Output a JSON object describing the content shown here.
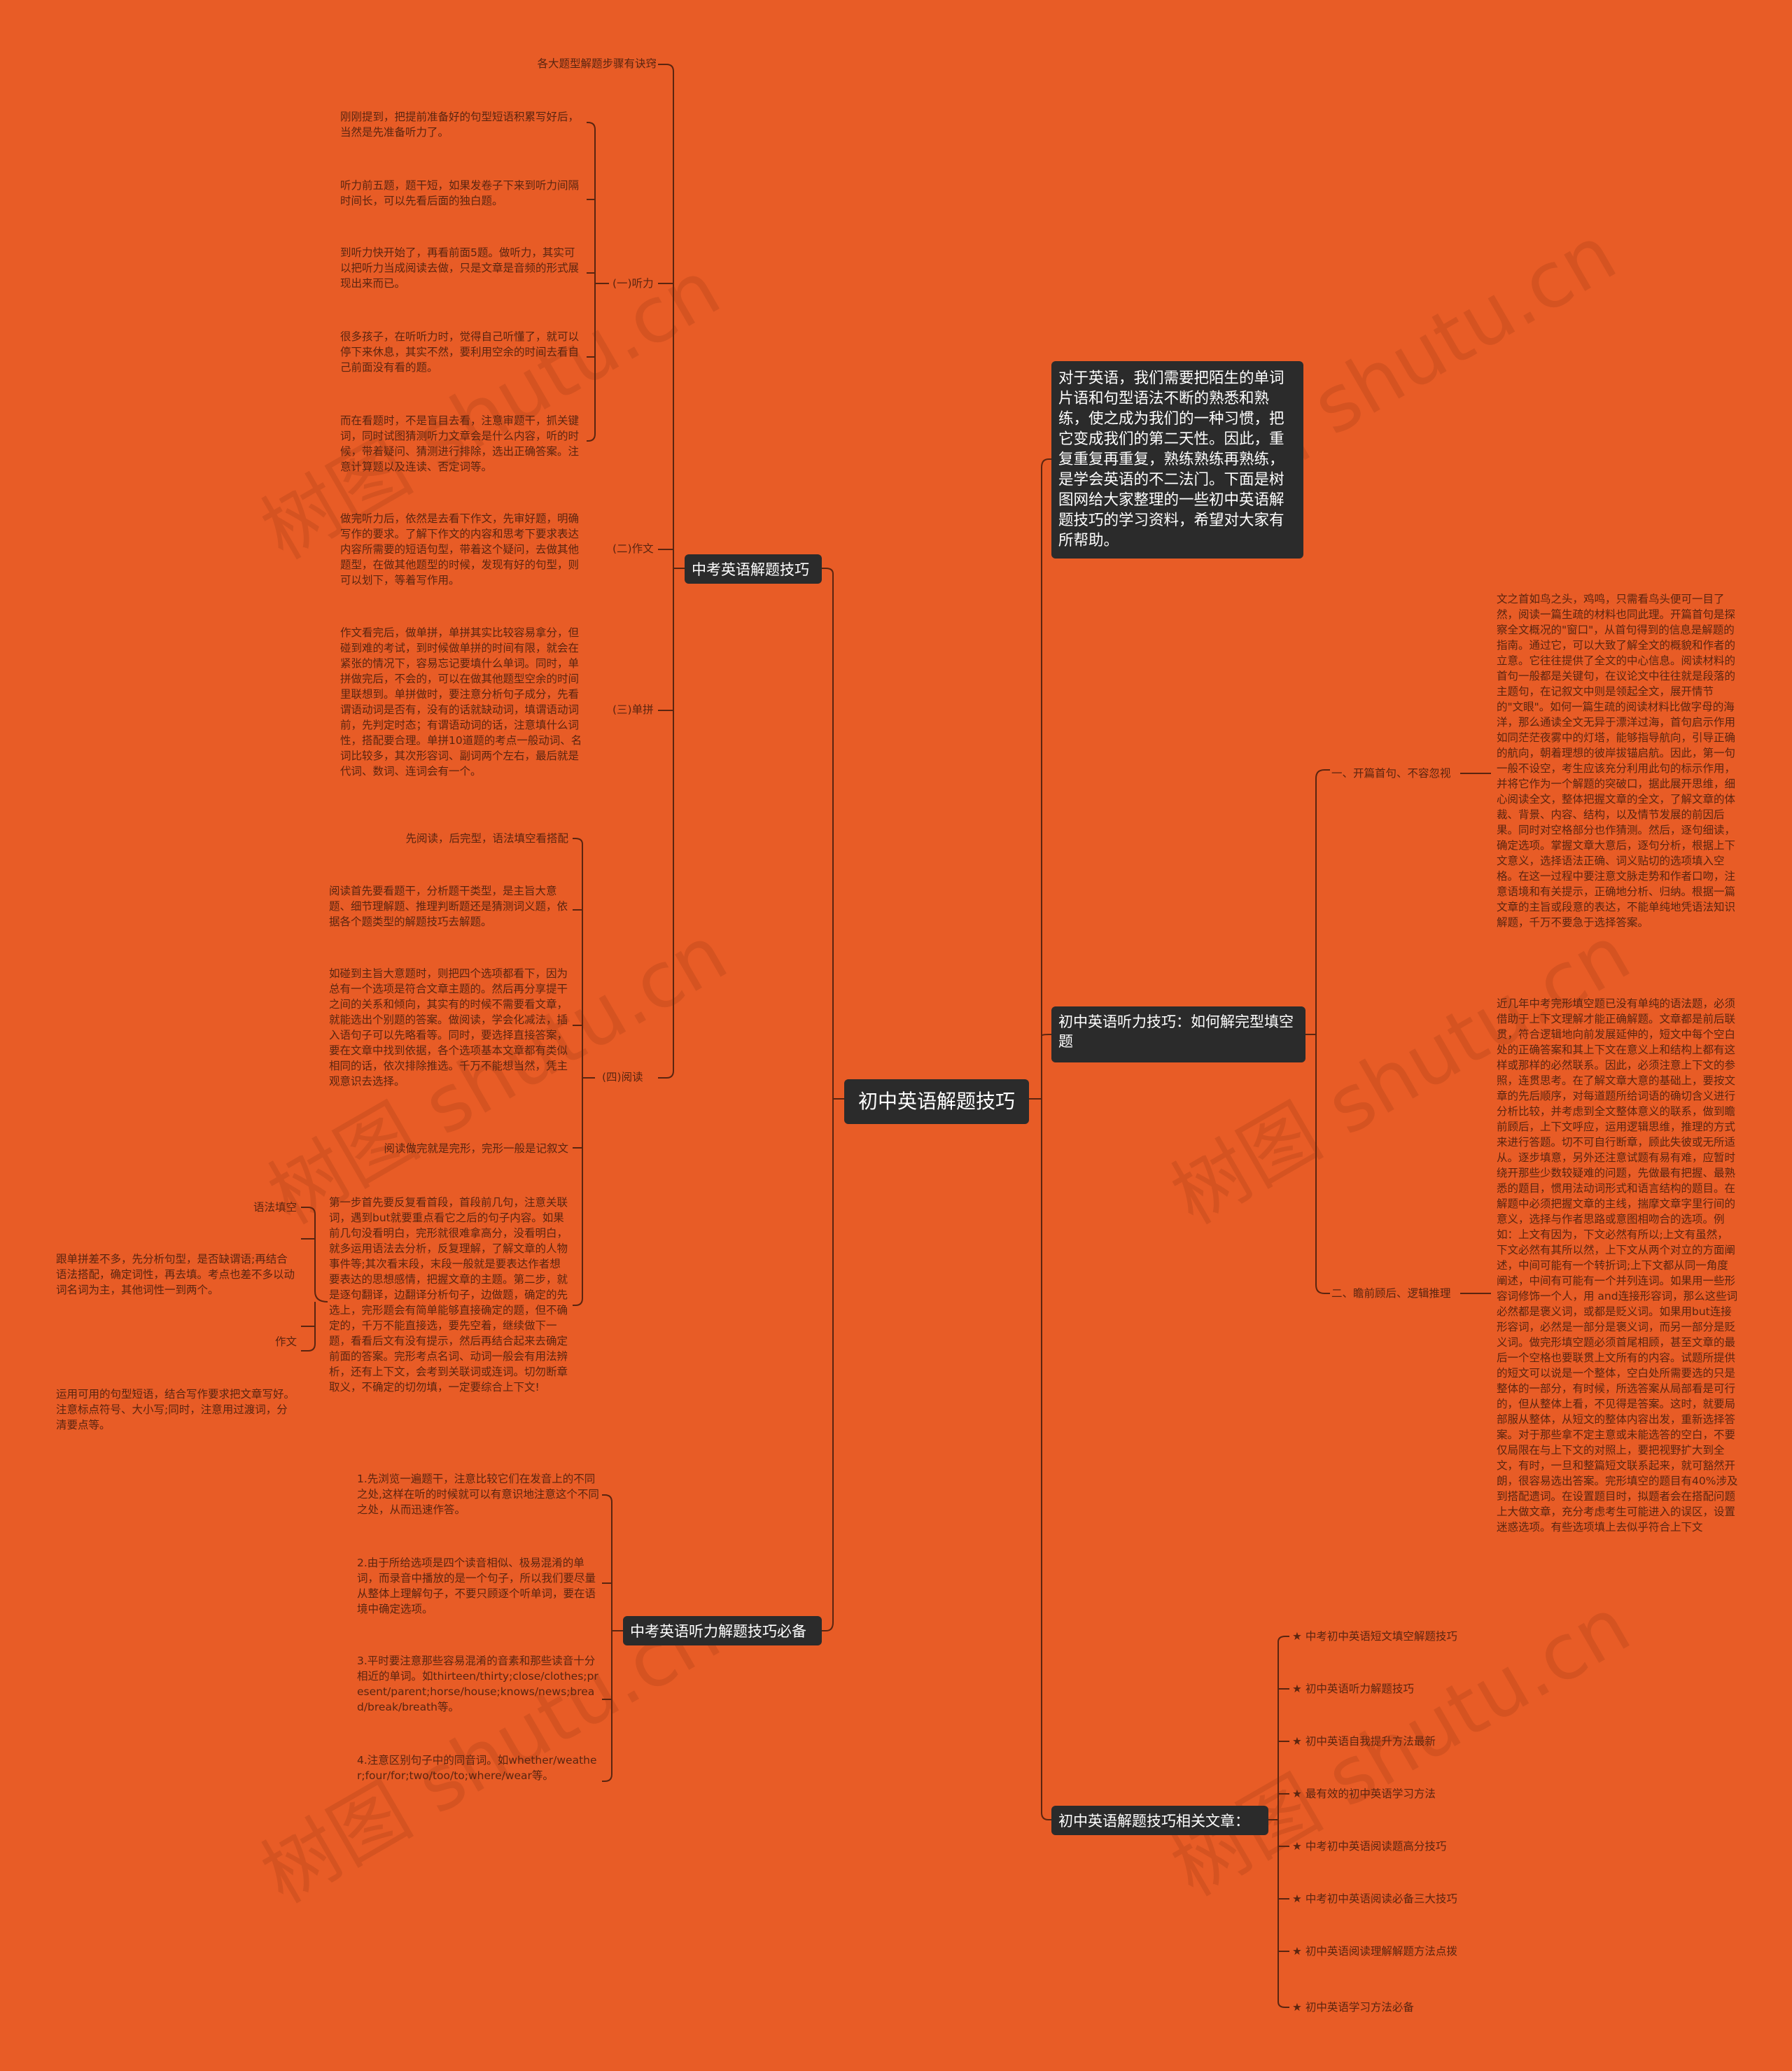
{
  "center": "初中英语解题技巧",
  "watermark": "树图 shutu.cn",
  "intro": "对于英语，我们需要把陌生的单词片语和句型语法不断的熟悉和熟练，使之成为我们的一种习惯，把它变成我们的第二天性。因此，重复重复再重复，熟练熟练再熟练，是学会英语的不二法门。下面是树图网给大家整理的一些初中英语解题技巧的学习资料，希望对大家有所帮助。",
  "left": {
    "b1": {
      "title": "中考英语解题技巧",
      "top_note": "各大题型解题步骤有诀窍",
      "listening": {
        "label": "(一)听力",
        "items": [
          "刚刚提到，把提前准备好的句型短语积累写好后，当然是先准备听力了。",
          "听力前五题，题干短，如果发卷子下来到听力间隔时间长，可以先看后面的独白题。",
          "到听力快开始了，再看前面5题。做听力，其实可以把听力当成阅读去做，只是文章是音频的形式展现出来而已。",
          "很多孩子，在听听力时，觉得自己听懂了，就可以停下来休息，其实不然，要利用空余的时间去看自己前面没有看的题。",
          "而在看题时，不是盲目去看，注意审题干，抓关键词，同时试图猜测听力文章会是什么内容，听的时候，带着疑问、猜测进行排除，选出正确答案。注意计算题以及连读、否定词等。"
        ]
      },
      "writing": {
        "label": "(二)作文",
        "text": "做完听力后，依然是去看下作文，先审好题，明确写作的要求。了解下作文的内容和思考下要求表达内容所需要的短语句型，带着这个疑问，去做其他题型，在做其他题型的时候，发现有好的句型，则可以划下，等着写作用。"
      },
      "spelling": {
        "label": "(三)单拼",
        "text": "作文看完后，做单拼，单拼其实比较容易拿分，但碰到难的考试，到时候做单拼的时间有限，就会在紧张的情况下，容易忘记要填什么单词。同时，单拼做完后，不会的，可以在做其他题型空余的时间里联想到。单拼做时，要注意分析句子成分，先看谓语动词是否有，没有的话就缺动词，填谓语动词前，先判定时态；有谓语动词的话，注意填什么词性，搭配要合理。单拼10道题的考点一般动词、名词比较多，其次形容词、副词两个左右，最后就是代词、数词、连词会有一个。"
      },
      "reading": {
        "label": "(四)阅读",
        "p1": "先阅读，后完型，语法填空看搭配",
        "p2": "阅读首先要看题干，分析题干类型，是主旨大意题、细节理解题、推理判断题还是猜测词义题，依据各个题类型的解题技巧去解题。",
        "p3": "如碰到主旨大意题时，则把四个选项都看下，因为总有一个选项是符合文章主题的。然后再分享提干之间的关系和倾向，其实有的时候不需要看文章，就能选出个别题的答案。做阅读，学会化减法，插入语句子可以先略看等。同时，要选择直接答案，要在文章中找到依据，各个选项基本文章都有类似相同的话，依次排除推选。千万不能想当然，凭主观意识去选择。",
        "p4": "阅读做完就是完形，完形一般是记叙文",
        "p5": "第一步首先要反复看首段，首段前几句，注意关联词，遇到but就要重点看它之后的句子内容。如果前几句没看明白，完形就很难拿高分，没看明白，就多运用语法去分析，反复理解，了解文章的人物事件等;其次看末段，末段一般就是要表达作者想要表达的思想感情，把握文章的主题。第二步，就是逐句翻译，边翻译分析句子，边做题，确定的先选上，完形题会有简单能够直接确定的题，但不确定的，千万不能直接选，要先空着，继续做下一题，看看后文有没有提示，然后再结合起来去确定前面的答案。完形考点名词、动词一般会有用法辨析，还有上下文，会考到关联词或连词。切勿断章取义，不确定的切勿填，一定要综合上下文!",
        "grammar_label": "语法填空",
        "grammar_text": "跟单拼差不多，先分析句型，是否缺谓语;再结合语法搭配，确定词性，再去填。考点也差不多以动词名词为主，其他词性一到两个。",
        "writing_label": "作文",
        "writing_text": "运用可用的句型短语，结合写作要求把文章写好。注意标点符号、大小写;同时，注意用过渡词，分清要点等。"
      }
    },
    "b2": {
      "title": "中考英语听力解题技巧必备",
      "items": [
        "1.先浏览一遍题干，注意比较它们在发音上的不同之处,这样在听的时候就可以有意识地注意这个不同之处，从而迅速作答。",
        "2.由于所给选项是四个读音相似、极易混淆的单词，而录音中播放的是一个句子，所以我们要尽量从整体上理解句子，不要只顾逐个听单词，要在语境中确定选项。",
        "3.平时要注意那些容易混淆的音素和那些读音十分相近的单词。如thirteen/thirty;close/clothes;present/parent;horse/house;knows/news;bread/break/breath等。",
        "4.注意区别句子中的同音词。如whether/weather;four/for;two/too/to;where/wear等。"
      ]
    }
  },
  "right": {
    "b1": {
      "title": "初中英语听力技巧：如何解完型填空题",
      "sec1_label": "一、开篇首句、不容忽视",
      "sec1_text": "文之首如鸟之头，鸡鸣，只需看鸟头便可一目了然，阅读一篇生疏的材料也同此理。开篇首句是探察全文概况的\"窗口\"，从首句得到的信息是解题的指南。通过它，可以大致了解全文的概貌和作者的立意。它往往提供了全文的中心信息。阅读材料的首句一般都是关键句，在议论文中往往就是段落的主题句，在记叙文中则是领起全文，展开情节的\"文眼\"。如何一篇生疏的阅读材料比做字母的海洋，那么通读全文无异于漂洋过海，首句启示作用如同茫茫夜雾中的灯塔，能够指导航向，引导正确的航向，朝着理想的彼岸拔锚启航。因此，第一句一般不设空，考生应该充分利用此句的标示作用，并将它作为一个解题的突破口，据此展开思维，细心阅读全文，整体把握文章的全文，了解文章的体裁、背景、内容、结构，以及情节发展的前因后果。同时对空格部分也作猜测。然后，逐句细读，确定选项。掌握文章大意后，逐句分析，根据上下文意义，选择语法正确、词义贴切的选项填入空格。在这一过程中要注意文脉走势和作者口吻，注意语境和有关提示，正确地分析、归纳。根据一篇文章的主旨或段意的表达，不能单纯地凭语法知识解题，千万不要急于选择答案。",
      "sec2_label": "二、瞻前顾后、逻辑推理",
      "sec2_text": "近几年中考完形填空题已没有单纯的语法题，必须借助于上下文理解才能正确解题。文章都是前后联贯，符合逻辑地向前发展延伸的，短文中每个空白处的正确答案和其上下文在意义上和结构上都有这样或那样的必然联系。因此，必须注意上下文的参照，连贯思考。在了解文章大意的基础上，要按文章的先后顺序，对每道题所给词语的确切含义进行分析比较，并考虑到全文整体意义的联系，做到瞻前顾后，上下文呼应，运用逻辑思维，推理的方式来进行答题。切不可自行断章，顾此失彼或无所适从。逐步填意，另外还注意试题有易有难，应暂时绕开那些少数较疑难的问题，先做最有把握、最熟悉的题目，惯用法动词形式和语言结构的题目。在解题中必须把握文章的主线，揣摩文章字里行间的意义，选择与作者思路或意图相吻合的选项。例如：上文有因为，下文必然有所以;上文有虽然，下文必然有其所以然，上下文从两个对立的方面阐述，中间可能有一个转折词;上下文都从同一角度阐述，中间有可能有一个并列连词。如果用一些形容词修饰一个人，用 and连接形容词，那么这些词必然都是褒义词，或都是贬义词。如果用but连接形容词，必然是一部分是褒义词，而另一部分是贬义词。做完形填空题必须首尾相顾，甚至文章的最后一个空格也要联贯上文所有的内容。试题所提供的短文可以说是一个整体，空白处所需要选的只是整体的一部分，有时候，所选答案从局部看是可行的，但从整体上看，不见得是答案。这时，就要局部服从整体，从短文的整体内容出发，重新选择答案。对于那些拿不定主意或未能选答的空白，不要仅局限在与上下文的对照上，要把视野扩大到全文，有时，一旦和整篇短文联系起来，就可豁然开朗，很容易选出答案。完形填空的题目有40%涉及到搭配遗词。在设置题目时，拟题者会在搭配问题上大做文章，充分考虑考生可能进入的误区，设置迷惑选项。有些选项填上去似乎符合上下文"
    },
    "b2": {
      "title": "初中英语解题技巧相关文章：",
      "items": [
        "★ 中考初中英语短文填空解题技巧",
        "★ 初中英语听力解题技巧",
        "★ 初中英语自我提升方法最新",
        "★ 最有效的初中英语学习方法",
        "★ 中考初中英语阅读题高分技巧",
        "★ 中考初中英语阅读必备三大技巧",
        "★ 初中英语阅读理解解题方法点拨",
        "★ 初中英语学习方法必备"
      ]
    }
  },
  "colors": {
    "background": "#E85C26",
    "node": "#2b2b2b",
    "line": "#5a2510",
    "text": "#5a2510"
  }
}
